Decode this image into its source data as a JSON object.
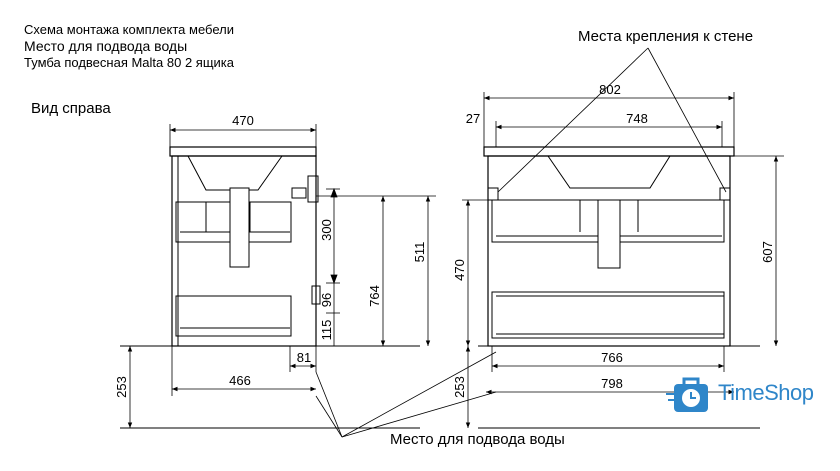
{
  "header": {
    "line1": "Схема монтажа комплекта мебели",
    "line2": "Место для подвода воды",
    "line3": "Тумба подвесная Malta 80   2 ящика"
  },
  "labels": {
    "side_view": "Вид справа",
    "wall_mount": "Места крепления к стене",
    "water_supply": "Место для подвода воды"
  },
  "dimensions": {
    "side_width": "470",
    "side_300": "300",
    "side_96": "96",
    "side_115": "115",
    "side_764": "764",
    "side_511": "511",
    "side_81": "81",
    "side_466": "466",
    "side_253": "253",
    "front_802": "802",
    "front_27": "27",
    "front_748": "748",
    "front_470": "470",
    "front_607": "607",
    "front_253": "253",
    "front_766": "766",
    "front_798": "798"
  },
  "logo": {
    "text": "TimeShop",
    "color": "#2f86c9"
  }
}
